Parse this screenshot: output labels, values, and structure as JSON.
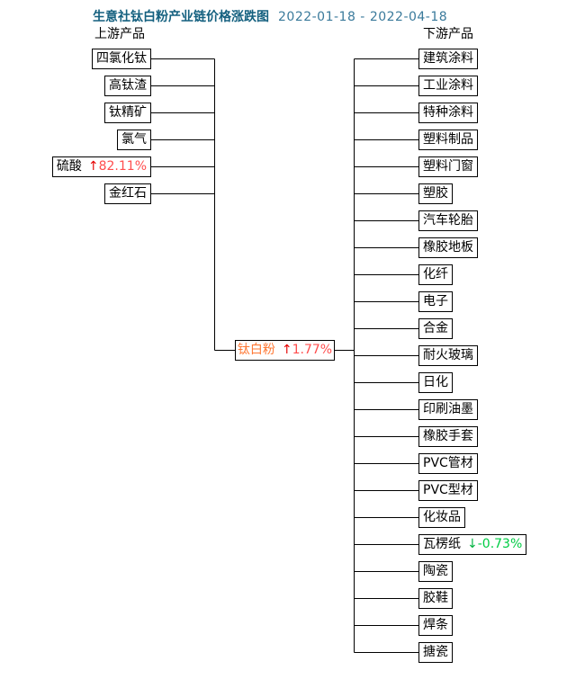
{
  "title": {
    "text": "生意社钛白粉产业链价格涨跌图",
    "date_range": "2022-01-18 - 2022-04-18"
  },
  "sections": {
    "upstream_label": "上游产品",
    "downstream_label": "下游产品"
  },
  "center_node": {
    "label": "钛白粉",
    "arrow": "↑",
    "change": "1.77%",
    "direction": "up"
  },
  "upstream": [
    {
      "label": "四氯化钛"
    },
    {
      "label": "高钛渣"
    },
    {
      "label": "钛精矿"
    },
    {
      "label": "氯气"
    },
    {
      "label": "硫酸",
      "arrow": "↑",
      "change": "82.11%",
      "direction": "up"
    },
    {
      "label": "金红石"
    }
  ],
  "downstream": [
    {
      "label": "建筑涂料"
    },
    {
      "label": "工业涂料"
    },
    {
      "label": "特种涂料"
    },
    {
      "label": "塑料制品"
    },
    {
      "label": "塑料门窗"
    },
    {
      "label": "塑胶"
    },
    {
      "label": "汽车轮胎"
    },
    {
      "label": "橡胶地板"
    },
    {
      "label": "化纤"
    },
    {
      "label": "电子"
    },
    {
      "label": "合金"
    },
    {
      "label": "耐火玻璃"
    },
    {
      "label": "日化"
    },
    {
      "label": "印刷油墨"
    },
    {
      "label": "橡胶手套"
    },
    {
      "label": "PVC管材"
    },
    {
      "label": "PVC型材"
    },
    {
      "label": "化妆品"
    },
    {
      "label": "瓦楞纸",
      "arrow": "↓",
      "change": "-0.73%",
      "direction": "down"
    },
    {
      "label": "陶瓷"
    },
    {
      "label": "胶鞋"
    },
    {
      "label": "焊条"
    },
    {
      "label": "搪瓷"
    }
  ],
  "colors": {
    "title": "#14607f",
    "date": "#3a7a9b",
    "line": "#000000",
    "center_label": "#ff7733",
    "up_arrow": "#e60000",
    "up_value": "#ff4d4d",
    "down_arrow": "#00b341",
    "down_value": "#00cc44"
  }
}
